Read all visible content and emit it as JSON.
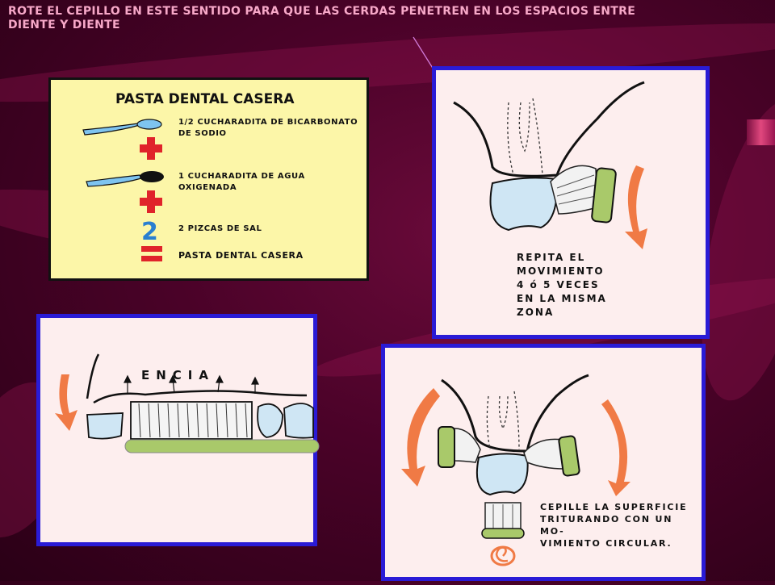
{
  "title": "ROTE EL CEPILLO EN ESTE SENTIDO PARA QUE LAS CERDAS PENETREN EN LOS ESPACIOS ENTRE DIENTE Y DIENTE",
  "recipe": {
    "title": "PASTA DENTAL CASERA",
    "ingredient1_line1": "1/2 CUCHARADITA DE BICARBONATO",
    "ingredient1_line2": "DE SODIO",
    "ingredient2": "1 CUCHARADITA DE AGUA OXIGENADA",
    "ingredient3_number": "2",
    "ingredient3": "2 PIZCAS DE SAL",
    "result": "PASTA DENTAL CASERA"
  },
  "panel_top_right": {
    "caption_line1": "REPITA EL",
    "caption_line2": "MOVIMIENTO",
    "caption_line3": "4 ó 5 VECES",
    "caption_line4": "EN LA MISMA",
    "caption_line5": "ZONA"
  },
  "panel_bottom_left": {
    "label": "ENCIA"
  },
  "panel_bottom_right": {
    "caption_line1": "CEPILLE LA SUPERFICIE",
    "caption_line2": "TRITURANDO CON UN MO-",
    "caption_line3": "VIMIENTO CIRCULAR."
  },
  "colors": {
    "background": "#4a0228",
    "title_text": "#f7a8c8",
    "panel_border": "#2a1bd6",
    "panel_fill": "#fdeeee",
    "recipe_fill": "#fcf6a8",
    "arrow": "#f07a45",
    "brush_green": "#a9c96a",
    "plus_red": "#e0232a",
    "number_blue": "#2a7fd0"
  }
}
